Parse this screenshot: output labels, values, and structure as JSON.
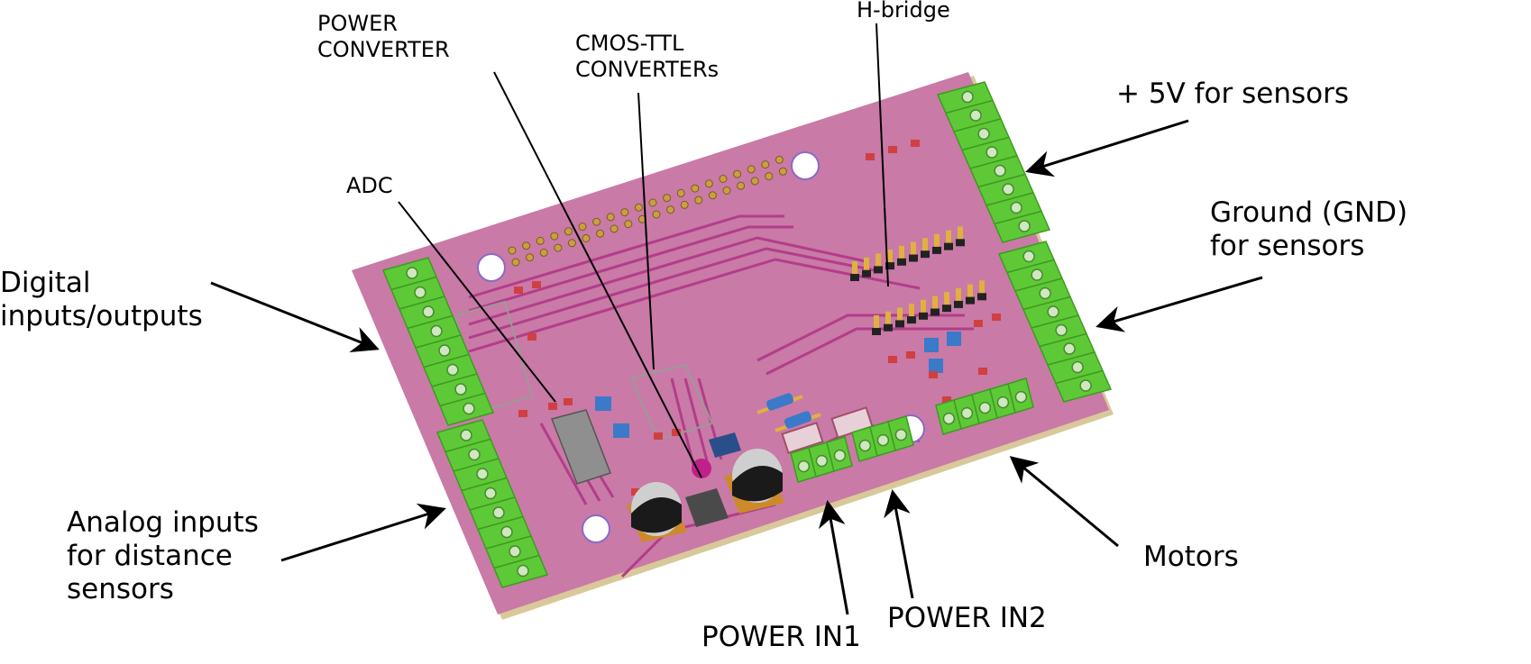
{
  "labels": {
    "power_converter": "POWER\nCONVERTER",
    "cmos_ttl": "CMOS-TTL\nCONVERTERs",
    "h_bridge": "H-bridge",
    "adc": "ADC",
    "plus5v": "+ 5V for sensors",
    "ground": "Ground (GND)\nfor sensors",
    "digital_io": "Digital\ninputs/outputs",
    "analog_inputs": "Analog inputs\nfor distance\nsensors",
    "motors": "Motors",
    "power_in1": "POWER IN1",
    "power_in2": "POWER IN2"
  },
  "colors": {
    "board": "#c97aa6",
    "board_edge": "#d9c89a",
    "trace": "#b23d8a",
    "terminal": "#5ec936",
    "terminal_dark": "#3f9a22",
    "pin": "#c8a040",
    "capacitor": "#cc8a2a"
  }
}
